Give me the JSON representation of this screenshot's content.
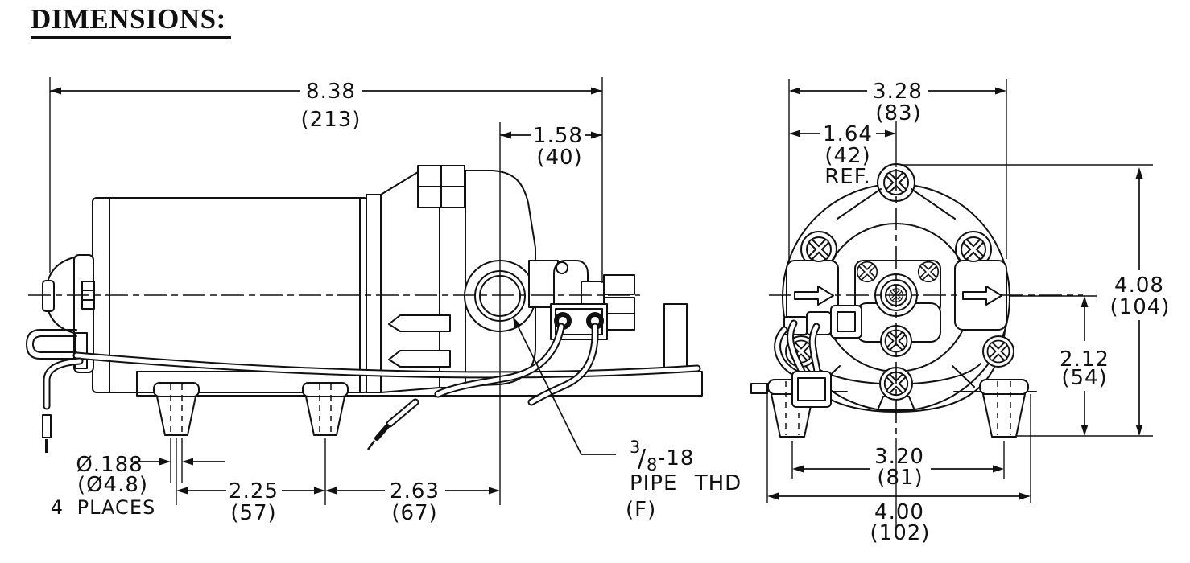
{
  "title": "DIMENSIONS:",
  "colors": {
    "ink": "#111111",
    "background": "#ffffff"
  },
  "side_view": {
    "dim_overall_length": {
      "inches": "8.38",
      "mm": "(213)"
    },
    "dim_port_offset": {
      "inches": "1.58",
      "mm": "(40)"
    },
    "dim_mounting_hole": {
      "inches": "Ø.188",
      "mm": "(Ø4.8)",
      "note": "4 PLACES"
    },
    "dim_foot_spacing": {
      "inches": "2.25",
      "mm": "(57)"
    },
    "dim_foot_to_port": {
      "inches": "2.63",
      "mm": "(67)"
    },
    "port_callout": {
      "frac_numerator": "3",
      "frac_slash": "/",
      "frac_denominator": "8",
      "thread_suffix": "-18",
      "line2": "PIPE THD",
      "line3": "(F)"
    }
  },
  "front_view": {
    "dim_width": {
      "inches": "3.28",
      "mm": "(83)"
    },
    "dim_center_offset": {
      "inches": "1.64",
      "mm": "(42)",
      "note": "REF."
    },
    "dim_overall_height": {
      "inches": "4.08",
      "mm": "(104)"
    },
    "dim_base_to_center_height": {
      "inches": "2.12",
      "mm": "(54)"
    },
    "dim_foot_spacing": {
      "inches": "3.20",
      "mm": "(81)"
    },
    "dim_base_width": {
      "inches": "4.00",
      "mm": "(102)"
    }
  }
}
